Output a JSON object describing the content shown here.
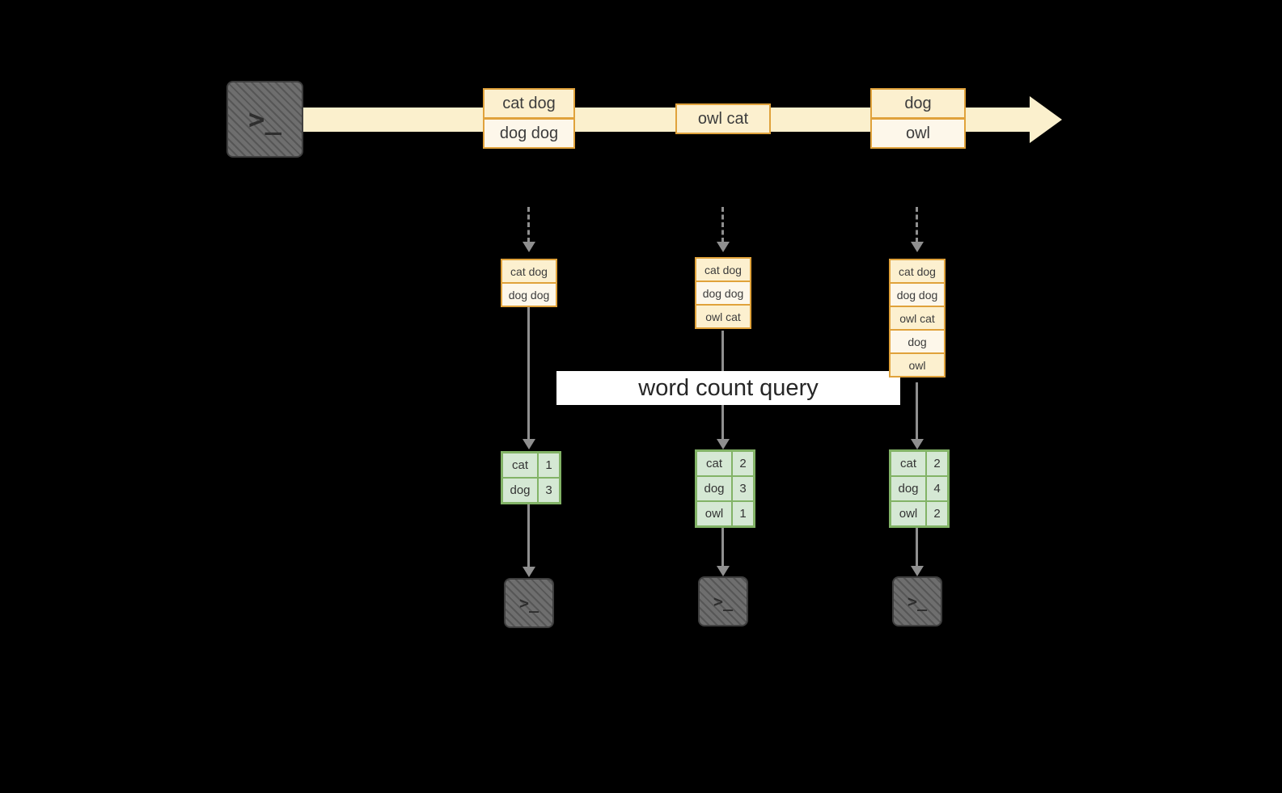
{
  "icons": {
    "terminal_prompt": ">_"
  },
  "query": {
    "label": "word count query"
  },
  "colors": {
    "background": "#000000",
    "orange_border": "#e0a23b",
    "orange_fill_dark": "#fcf0cf",
    "orange_fill_light": "#fdf7ea",
    "timeline_fill": "#fbf0cd",
    "green_border": "#82b366",
    "green_fill": "#d5e8d4",
    "arrow_gray": "#8f8f8f",
    "terminal_gray": "#6e6e6e",
    "banner_bg": "#ffffff"
  },
  "timeline": {
    "batches": [
      {
        "lines": [
          "cat dog",
          "dog dog"
        ]
      },
      {
        "lines": [
          "owl cat"
        ]
      },
      {
        "lines": [
          "dog",
          "owl"
        ]
      }
    ]
  },
  "columns": [
    {
      "input_rows": [
        "cat dog",
        "dog dog"
      ],
      "result_rows": [
        {
          "word": "cat",
          "count": "1"
        },
        {
          "word": "dog",
          "count": "3"
        }
      ]
    },
    {
      "input_rows": [
        "cat dog",
        "dog dog",
        "owl cat"
      ],
      "result_rows": [
        {
          "word": "cat",
          "count": "2"
        },
        {
          "word": "dog",
          "count": "3"
        },
        {
          "word": "owl",
          "count": "1"
        }
      ]
    },
    {
      "input_rows": [
        "cat dog",
        "dog dog",
        "owl cat",
        "dog",
        "owl"
      ],
      "result_rows": [
        {
          "word": "cat",
          "count": "2"
        },
        {
          "word": "dog",
          "count": "4"
        },
        {
          "word": "owl",
          "count": "2"
        }
      ]
    }
  ]
}
